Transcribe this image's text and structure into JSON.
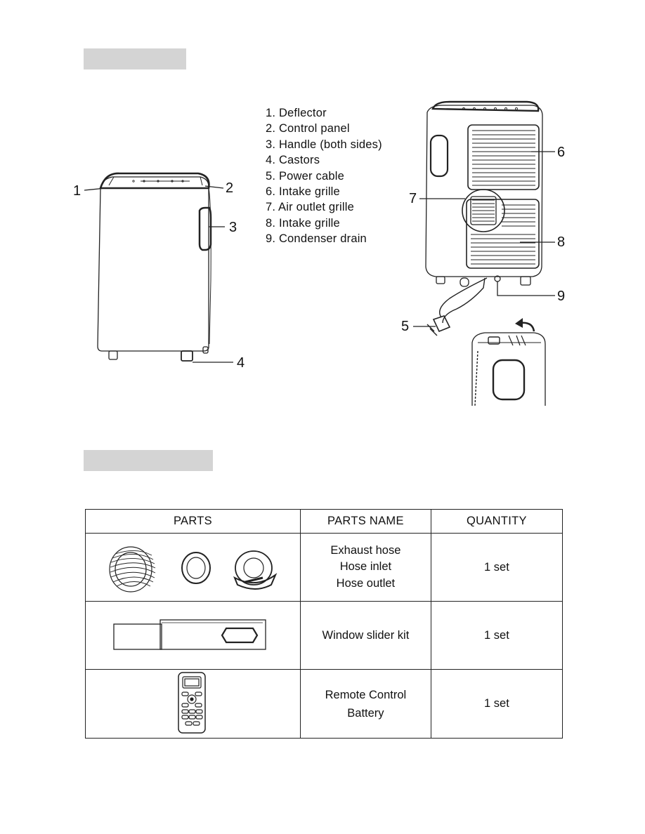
{
  "parts_list": [
    "1. Deflector",
    "2. Control panel",
    "3. Handle (both sides)",
    "4. Castors",
    "5. Power cable",
    "6. Intake grille",
    "7. Air outlet grille",
    "8. Intake grille",
    "9. Condenser drain"
  ],
  "callouts": {
    "c1": "1",
    "c2": "2",
    "c3": "3",
    "c4": "4",
    "c5": "5",
    "c6": "6",
    "c7": "7",
    "c8": "8",
    "c9": "9"
  },
  "table": {
    "headers": [
      "PARTS",
      "PARTS NAME",
      "QUANTITY"
    ],
    "rows": [
      {
        "names": [
          "Exhaust hose",
          "Hose inlet",
          "Hose outlet"
        ],
        "quantity": "1 set"
      },
      {
        "names": [
          "Window slider kit"
        ],
        "quantity": "1 set"
      },
      {
        "names": [
          "Remote Control",
          "Battery"
        ],
        "quantity": "1 set"
      }
    ]
  }
}
